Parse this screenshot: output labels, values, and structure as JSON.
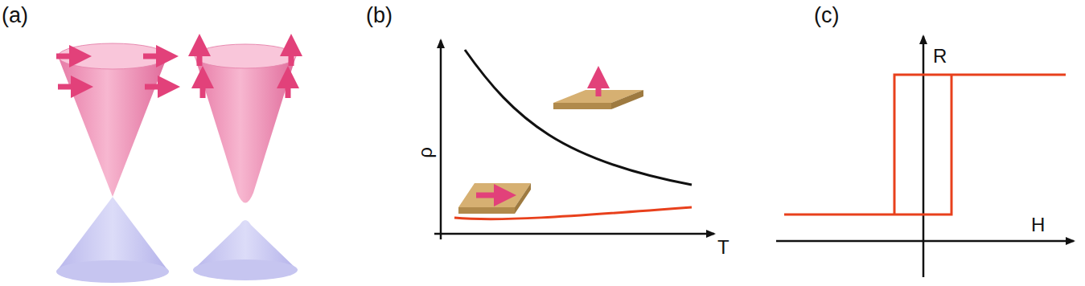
{
  "diagram": {
    "labels": [
      "(a)",
      "(b)",
      "(c)",
      "ρ",
      "T",
      "R",
      "H"
    ]
  }
}
